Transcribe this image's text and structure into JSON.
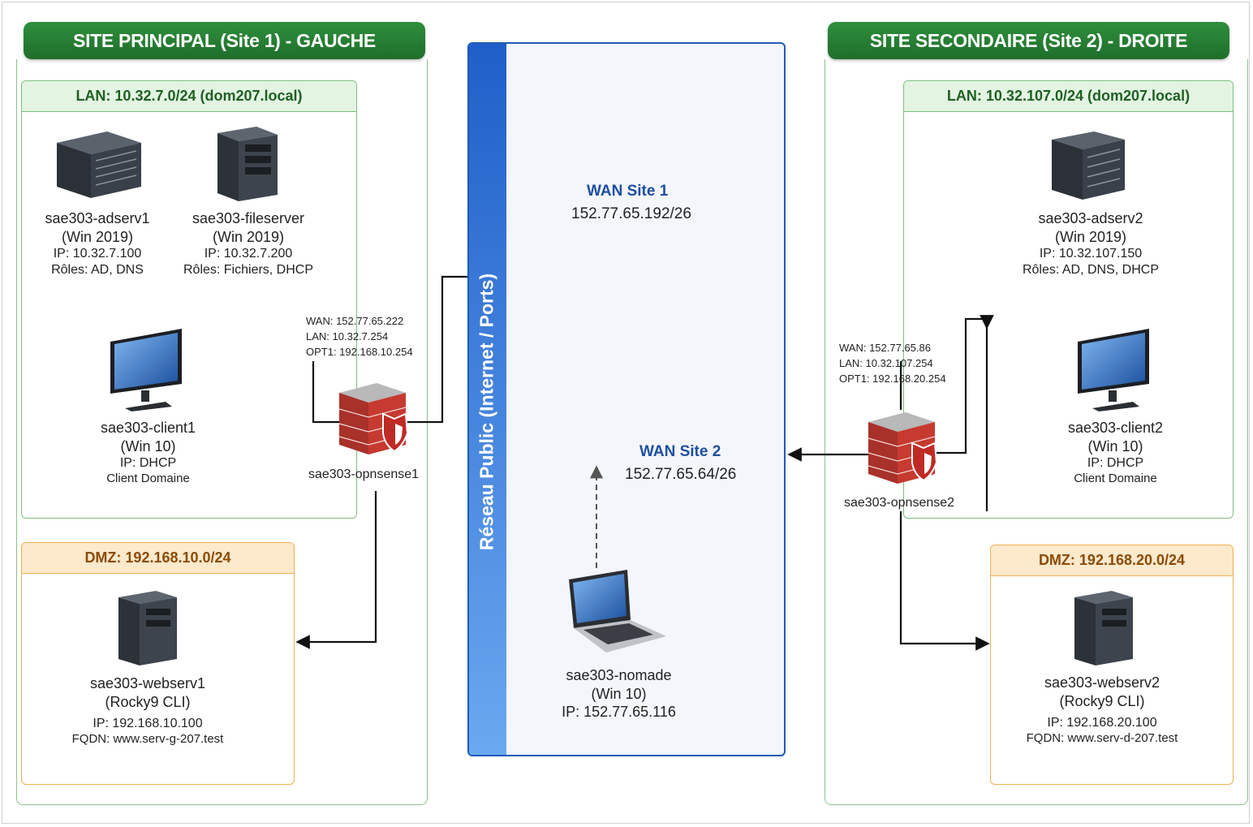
{
  "site1": {
    "title": "SITE PRINCIPAL (Site 1) - GAUCHE",
    "lan_header": "LAN: 10.32.7.0/24 (dom207.local)",
    "dmz_header": "DMZ: 192.168.10.0/24",
    "adserv": {
      "name": "sae303-adserv1",
      "os": "(Win 2019)",
      "ip": "IP: 10.32.7.100",
      "roles": "Rôles: AD, DNS"
    },
    "fileserver": {
      "name": "sae303-fileserver",
      "os": "(Win 2019)",
      "ip": "IP: 10.32.7.200",
      "roles": "Rôles: Fichiers, DHCP"
    },
    "client": {
      "name": "sae303-client1",
      "os": "(Win 10)",
      "ip": "IP: DHCP",
      "role": "Client Domaine"
    },
    "firewall": {
      "name": "sae303-opnsense1",
      "wan": "WAN: 152.77.65.222",
      "lan": "LAN: 10.32.7.254",
      "opt1": "OPT1: 192.168.10.254"
    },
    "webserv": {
      "name": "sae303-webserv1",
      "os": "(Rocky9 CLI)",
      "ip": "IP: 192.168.10.100",
      "fqdn": "FQDN: www.serv-g-207.test"
    }
  },
  "site2": {
    "title": "SITE SECONDAIRE (Site 2) - DROITE",
    "lan_header": "LAN: 10.32.107.0/24 (dom207.local)",
    "dmz_header": "DMZ: 192.168.20.0/24",
    "adserv": {
      "name": "sae303-adserv2",
      "os": "(Win 2019)",
      "ip": "IP: 10.32.107.150",
      "roles": "Rôles: AD, DNS, DHCP"
    },
    "client": {
      "name": "sae303-client2",
      "os": "(Win 10)",
      "ip": "IP: DHCP",
      "role": "Client Domaine"
    },
    "firewall": {
      "name": "sae303-opnsense2",
      "wan": "WAN: 152.77.65.86",
      "lan": "LAN: 10.32.107.254",
      "opt1": "OPT1: 192.168.20.254"
    },
    "webserv": {
      "name": "sae303-webserv2",
      "os": "(Rocky9 CLI)",
      "ip": "IP: 192.168.20.100",
      "fqdn": "FQDN: www.serv-d-207.test"
    }
  },
  "internet": {
    "label": "Réseau Public (Internet / Ports)",
    "wan1_title": "WAN Site 1",
    "wan1_net": "152.77.65.192/26",
    "wan2_title": "WAN Site 2",
    "wan2_net": "152.77.65.64/26",
    "nomade": {
      "name": "sae303-nomade",
      "os": "(Win 10)",
      "ip": "IP: 152.77.65.116"
    }
  },
  "icons": [
    "rack-server-icon",
    "tower-server-icon",
    "monitor-icon",
    "firewall-icon",
    "laptop-icon"
  ],
  "colors": {
    "site_title": "#2a7d36",
    "lan_zone": "#7cbf7c",
    "dmz_zone": "#f0b050",
    "internet": "#1f5bb8"
  }
}
